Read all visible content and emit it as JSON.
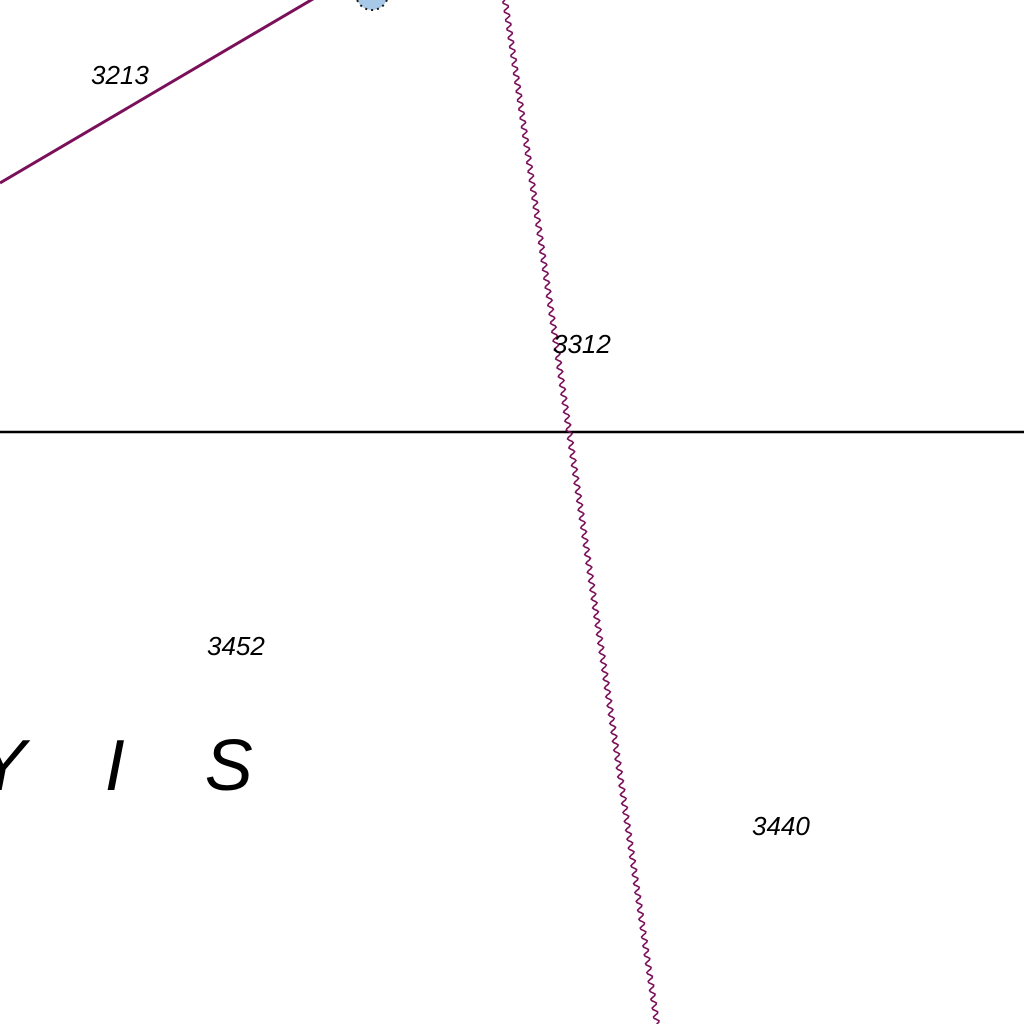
{
  "map": {
    "depth_soundings": [
      {
        "id": "3213",
        "label": "3213"
      },
      {
        "id": "3312",
        "label": "3312"
      },
      {
        "id": "3452",
        "label": "3452"
      },
      {
        "id": "3440",
        "label": "3440"
      }
    ],
    "region_label": "Y I S",
    "colors": {
      "background": "#ffffff",
      "boundary_line": "#7a0f5a",
      "graticule_line": "#000000",
      "point_feature": "#a8c8e8",
      "text": "#000000"
    },
    "features": {
      "solid_boundary": "maritime-limit-line",
      "wavy_boundary": "submarine-cable-line",
      "horizontal_line": "graticule-line",
      "point": "buoy-symbol"
    }
  }
}
